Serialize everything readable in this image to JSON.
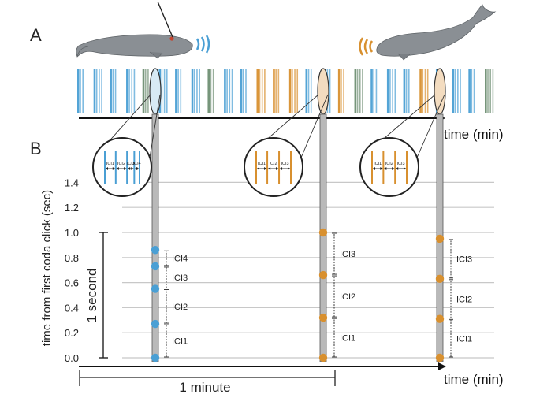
{
  "panels": {
    "a": "A",
    "b": "B"
  },
  "time_axis_label": "time (min)",
  "bottom_time_axis_label": "time (min)",
  "y_axis": {
    "label": "time from first coda click (sec)",
    "ticks": [
      "0.0",
      "0.2",
      "0.4",
      "0.6",
      "0.8",
      "1.0",
      "1.2",
      "1.4"
    ]
  },
  "one_second_label": "1 second",
  "one_minute_label": "1 minute",
  "codas": [
    {
      "name": "coda-1",
      "color": "#4a9fd4",
      "clicks_sec": [
        0.0,
        0.27,
        0.55,
        0.73,
        0.86
      ],
      "ici_labels": [
        "ICI1",
        "ICI2",
        "ICI3",
        "ICI4"
      ],
      "inset_labels": [
        "ICI1",
        "ICI2",
        "ICI3",
        "ICI4"
      ]
    },
    {
      "name": "coda-2",
      "color": "#d8902f",
      "clicks_sec": [
        0.0,
        0.32,
        0.66,
        1.0
      ],
      "ici_labels": [
        "ICI1",
        "ICI2",
        "ICI3"
      ],
      "inset_labels": [
        "ICI1",
        "ICI2",
        "ICI3"
      ]
    },
    {
      "name": "coda-3",
      "color": "#d8902f",
      "clicks_sec": [
        0.0,
        0.31,
        0.63,
        0.95
      ],
      "ici_labels": [
        "ICI1",
        "ICI2",
        "ICI3"
      ],
      "inset_labels": [
        "ICI1",
        "ICI2",
        "ICI3"
      ]
    }
  ],
  "colors": {
    "blue": "#4a9fd4",
    "orange": "#d8902f",
    "green": "#6f8f73",
    "grid": "#c8c8c8",
    "whale": "#8a8f94"
  }
}
